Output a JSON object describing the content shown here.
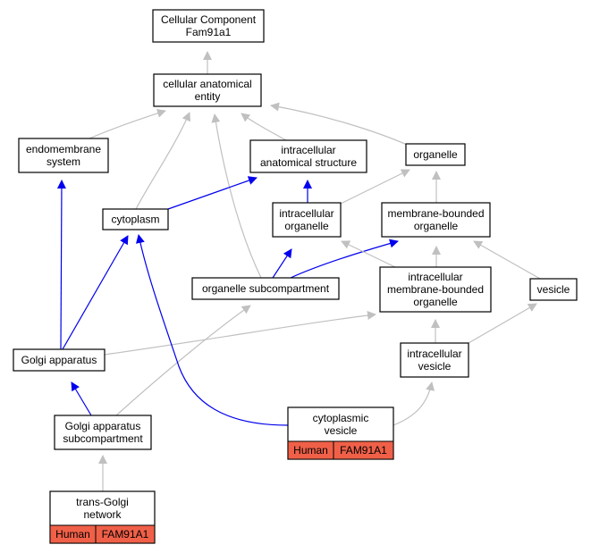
{
  "nodes": {
    "cc": {
      "lines": [
        "Cellular Component",
        "Fam91a1"
      ]
    },
    "cae": {
      "lines": [
        "cellular anatomical",
        "entity"
      ]
    },
    "endo": {
      "lines": [
        "endomembrane",
        "system"
      ]
    },
    "ias": {
      "lines": [
        "intracellular",
        "anatomical structure"
      ]
    },
    "organelle": {
      "lines": [
        "organelle"
      ]
    },
    "cytoplasm": {
      "lines": [
        "cytoplasm"
      ]
    },
    "io": {
      "lines": [
        "intracellular",
        "organelle"
      ]
    },
    "mbo": {
      "lines": [
        "membrane-bounded",
        "organelle"
      ]
    },
    "osc": {
      "lines": [
        "organelle subcompartment"
      ]
    },
    "imbo": {
      "lines": [
        "intracellular",
        "membrane-bounded",
        "organelle"
      ]
    },
    "vesicle": {
      "lines": [
        "vesicle"
      ]
    },
    "golgi": {
      "lines": [
        "Golgi apparatus"
      ]
    },
    "iv": {
      "lines": [
        "intracellular",
        "vesicle"
      ]
    },
    "gasc": {
      "lines": [
        "Golgi apparatus",
        "subcompartment"
      ]
    },
    "cv": {
      "lines": [
        "cytoplasmic",
        "vesicle"
      ],
      "tags": [
        "Human",
        "FAM91A1"
      ]
    },
    "tgn": {
      "lines": [
        "trans-Golgi",
        "network"
      ],
      "tags": [
        "Human",
        "FAM91A1"
      ]
    }
  },
  "edges": [
    {
      "from": "cae",
      "to": "cc",
      "style": "gray"
    },
    {
      "from": "endo",
      "to": "cae",
      "style": "gray"
    },
    {
      "from": "ias",
      "to": "cae",
      "style": "gray"
    },
    {
      "from": "organelle",
      "to": "cae",
      "style": "gray"
    },
    {
      "from": "cytoplasm",
      "to": "cae",
      "style": "gray"
    },
    {
      "from": "osc",
      "to": "cae",
      "style": "gray"
    },
    {
      "from": "cytoplasm",
      "to": "ias",
      "style": "blue"
    },
    {
      "from": "io",
      "to": "ias",
      "style": "blue"
    },
    {
      "from": "io",
      "to": "organelle",
      "style": "gray"
    },
    {
      "from": "mbo",
      "to": "organelle",
      "style": "gray"
    },
    {
      "from": "osc",
      "to": "io",
      "style": "blue"
    },
    {
      "from": "osc",
      "to": "mbo",
      "style": "blue"
    },
    {
      "from": "imbo",
      "to": "io",
      "style": "gray"
    },
    {
      "from": "imbo",
      "to": "mbo",
      "style": "gray"
    },
    {
      "from": "vesicle",
      "to": "mbo",
      "style": "gray"
    },
    {
      "from": "iv",
      "to": "imbo",
      "style": "gray"
    },
    {
      "from": "iv",
      "to": "vesicle",
      "style": "gray"
    },
    {
      "from": "golgi",
      "to": "endo",
      "style": "blue"
    },
    {
      "from": "golgi",
      "to": "cytoplasm",
      "style": "blue"
    },
    {
      "from": "golgi",
      "to": "imbo",
      "style": "gray"
    },
    {
      "from": "gasc",
      "to": "golgi",
      "style": "blue"
    },
    {
      "from": "gasc",
      "to": "osc",
      "style": "gray"
    },
    {
      "from": "cv",
      "to": "cytoplasm",
      "style": "blue"
    },
    {
      "from": "cv",
      "to": "iv",
      "style": "gray"
    },
    {
      "from": "tgn",
      "to": "gasc",
      "style": "gray"
    }
  ],
  "colors": {
    "gray_edge": "#c0c0c0",
    "blue_edge": "#0000ee",
    "tag_fill": "#f06048",
    "node_border": "#000000",
    "background": "#ffffff"
  }
}
